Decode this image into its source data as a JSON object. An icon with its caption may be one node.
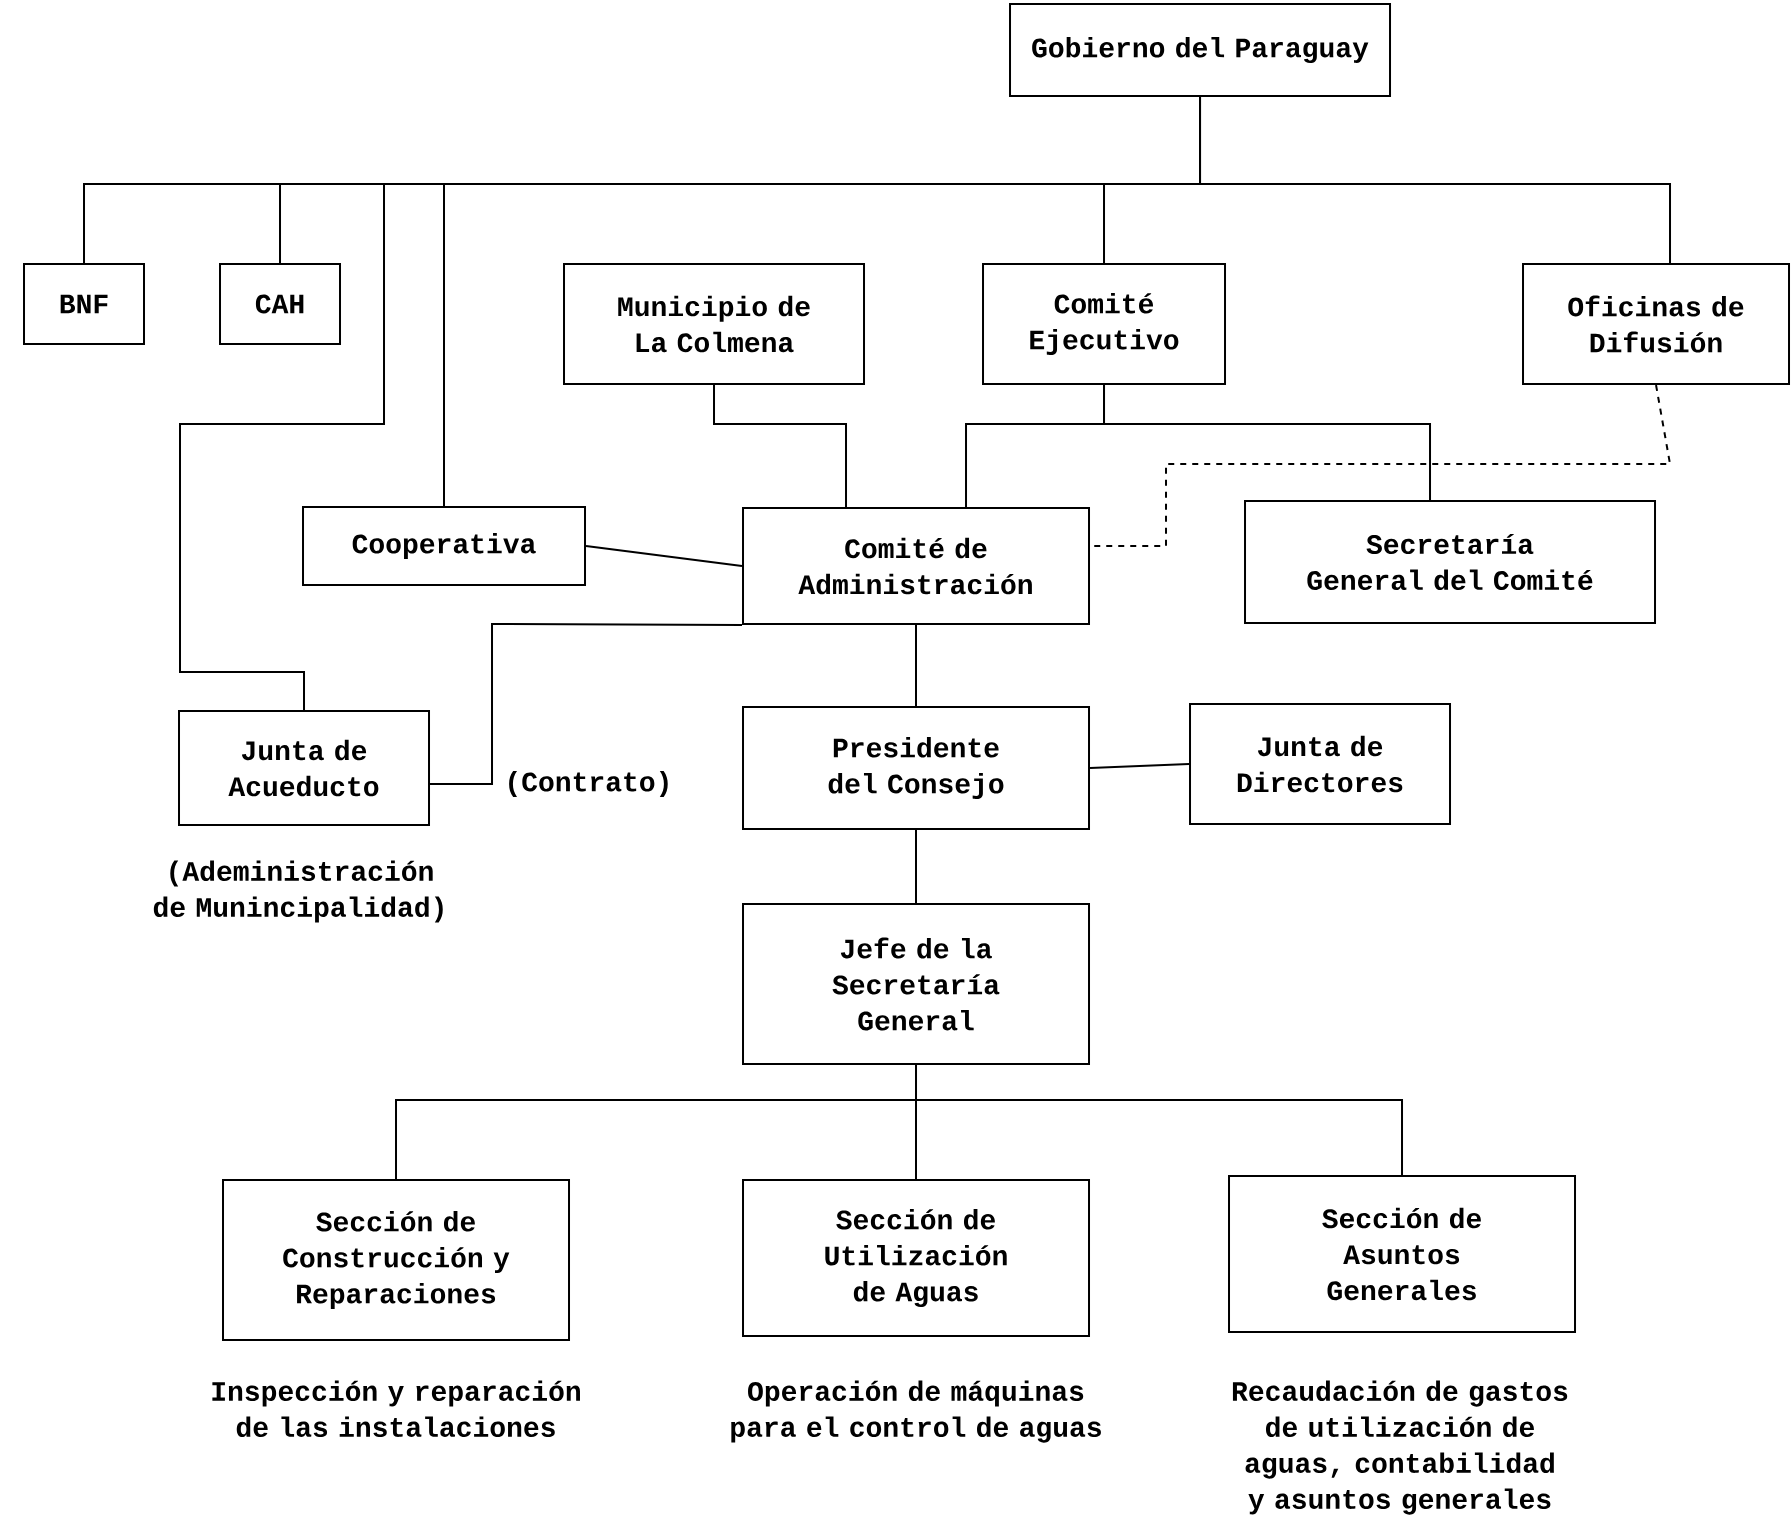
{
  "diagram": {
    "nodes": [
      {
        "text": [
          "Gobierno del Paraguay"
        ]
      },
      {
        "text": [
          "BNF"
        ]
      },
      {
        "text": [
          "CAH"
        ]
      },
      {
        "text": [
          "Municipio de La Colmena"
        ]
      },
      {
        "text": [
          "Comité Ejecutivo"
        ]
      },
      {
        "text": [
          "Oficinas de Difusión"
        ]
      },
      {
        "text": [
          "Cooperativa"
        ]
      },
      {
        "text": [
          "Comité de Administración"
        ]
      },
      {
        "text": [
          "Secretaría General del Comité"
        ]
      },
      {
        "text": [
          "Junta de Acueducto"
        ],
        "beside": [
          "(Adeministración de Munincipalidad)"
        ]
      },
      {
        "text": [
          "Presidente del Consejo"
        ]
      },
      {
        "text": [
          "Junta de Directores"
        ]
      },
      {
        "text": [
          "Jefe de la Secretaría General"
        ]
      },
      {
        "text": [
          "Sección de Construcción y Reparaciones"
        ],
        "beside": [
          "Inspección y reparación de las instalaciones"
        ]
      },
      {
        "text": [
          "Sección de Utilización de Aguas"
        ],
        "beside": [
          "Operación de máquinas para el control de aguas"
        ]
      },
      {
        "text": [
          "Sección de Asuntos Generales"
        ],
        "beside": [
          "Recaudación de gastos de utilización de aguas, contabilidad y asuntos generales"
        ]
      }
    ],
    "edges": [
      {
        "from": 0,
        "to": 1,
        "arrow": "none"
      },
      {
        "from": 0,
        "to": 2,
        "arrow": "none"
      },
      {
        "from": 0,
        "to": 9,
        "arrow": "none"
      },
      {
        "from": 0,
        "to": 6,
        "arrow": "none"
      },
      {
        "from": 0,
        "to": 4,
        "arrow": "none"
      },
      {
        "from": 0,
        "to": 5,
        "arrow": "none"
      },
      {
        "from": 3,
        "to": 7,
        "arrow": "none"
      },
      {
        "from": 4,
        "to": 7,
        "arrow": "none"
      },
      {
        "from": 4,
        "to": 8,
        "arrow": "none"
      },
      {
        "from": 5,
        "to": 7,
        "arrow": "none",
        "style": "dashed"
      },
      {
        "from": 6,
        "to": 7,
        "arrow": "none"
      },
      {
        "from": 7,
        "to": 9,
        "arrow": "none",
        "label": "(Contrato)"
      },
      {
        "from": 7,
        "to": 10,
        "arrow": "none"
      },
      {
        "from": 10,
        "to": 11,
        "arrow": "none"
      },
      {
        "from": 10,
        "to": 12,
        "arrow": "none"
      },
      {
        "from": 12,
        "to": 13,
        "arrow": "none"
      },
      {
        "from": 12,
        "to": 14,
        "arrow": "none"
      },
      {
        "from": 12,
        "to": 15,
        "arrow": "none"
      }
    ]
  }
}
